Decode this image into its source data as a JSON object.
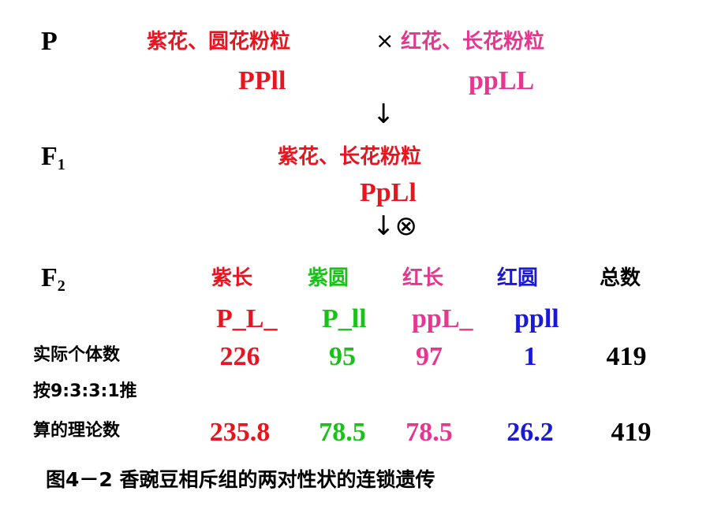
{
  "colors": {
    "red": "#e8141e",
    "pink": "#e8358f",
    "green": "#19c219",
    "blue": "#1a1ad6",
    "black": "#000000"
  },
  "parents": {
    "label": "P",
    "left_phenotype": "紫花、圆花粉粒",
    "cross_symbol": "×",
    "right_phenotype": "红花、长花粉粒",
    "left_genotype": "PPll",
    "right_genotype": "ppLL",
    "arrow": "↓"
  },
  "f1": {
    "label": "F",
    "label_sub": "1",
    "phenotype": "紫花、长花粉粒",
    "genotype": "PpLl",
    "arrow": "↓⊗"
  },
  "f2": {
    "label": "F",
    "label_sub": "2",
    "headers": [
      "紫长",
      "紫圆",
      "红长",
      "红圆",
      "总数"
    ],
    "genotypes": [
      "P_L_",
      "P_ll",
      "ppL_",
      "ppll"
    ],
    "actual_label": "实际个体数",
    "actual": [
      "226",
      "95",
      "97",
      "1",
      "419"
    ],
    "expected_label_line1": "按9:3:3:1推",
    "expected_label_line2": "算的理论数",
    "expected": [
      "235.8",
      "78.5",
      "78.5",
      "26.2",
      "419"
    ]
  },
  "caption": "图4－2 香豌豆相斥组的两对性状的连锁遗传"
}
